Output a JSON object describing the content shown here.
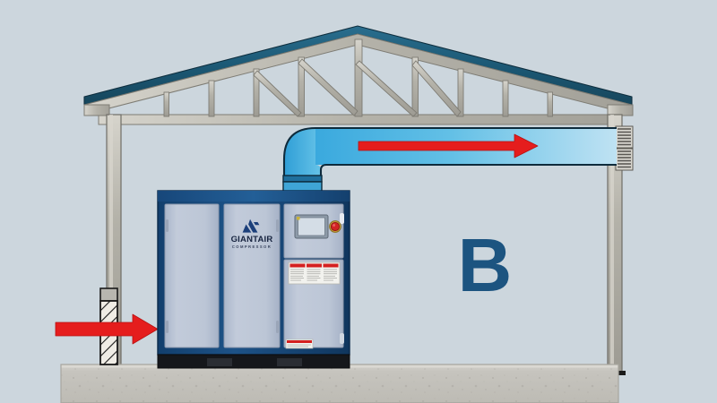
{
  "scene": {
    "title": "Compressor room ventilation diagram - Option B",
    "zone_label": "B",
    "background_color": "#ccd6dd"
  },
  "building": {
    "roof_color": "#1d5c7a",
    "steel_color": "#b5b5ad",
    "roof_apex_label": "roof-apex",
    "left_column_label": "left-steel-column",
    "right_column_label": "right-steel-column",
    "truss_label": "roof-truss"
  },
  "foundation": {
    "label": "concrete-foundation",
    "color": "#c9c7c1"
  },
  "wall": {
    "label": "hatched-intake-wall",
    "color": "#ece9e2"
  },
  "duct": {
    "label": "exhaust-duct",
    "gradient_start": "#35a7dd",
    "gradient_end": "#b6dff1"
  },
  "vent": {
    "label": "wall-louver-vent",
    "slat_count": 8
  },
  "arrows": {
    "intake": {
      "label": "intake-air-arrow",
      "color": "#e31616",
      "direction": "right"
    },
    "exhaust": {
      "label": "exhaust-air-arrow",
      "color": "#e31616",
      "direction": "right"
    }
  },
  "compressor": {
    "brand": "GIANTAIR",
    "subtitle": "COMPRESSOR",
    "body_color": "#b9c4d6",
    "frame_color": "#1b4a7c",
    "base_color": "#16181c",
    "panels": [
      {
        "name": "door-panel-left"
      },
      {
        "name": "door-panel-center"
      },
      {
        "name": "door-panel-right"
      }
    ],
    "control_panel": {
      "label": "control-panel",
      "screen_label": "hmi-screen",
      "estop_label": "emergency-stop-button",
      "estop_color": "#cf1f1f"
    },
    "warning_labels": {
      "label": "warning-label-plate",
      "count": 3,
      "header_color": "#d42020"
    },
    "base_warning": {
      "label": "base-warning-sticker"
    }
  }
}
